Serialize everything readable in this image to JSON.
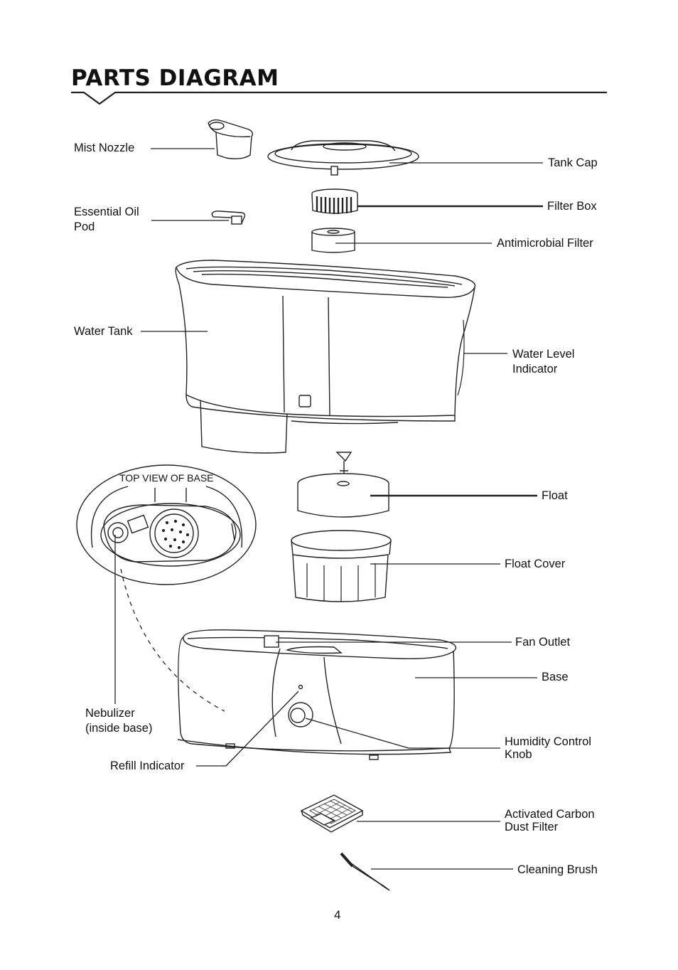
{
  "page": {
    "title": "PARTS DIAGRAM",
    "page_number": "4"
  },
  "base_top_view_caption": "TOP VIEW OF BASE",
  "parts": {
    "mist_nozzle": "Mist Nozzle",
    "tank_cap": "Tank Cap",
    "essential_oil_pod": {
      "line1": "Essential Oil",
      "line2": "Pod"
    },
    "filter_box": "Filter Box",
    "antimicrobial_filter": "Antimicrobial Filter",
    "water_tank": "Water Tank",
    "water_level_indicator": {
      "line1": "Water Level",
      "line2": "Indicator"
    },
    "float": "Float",
    "float_cover": "Float Cover",
    "fan_outlet": "Fan Outlet",
    "base": "Base",
    "nebulizer": {
      "line1": "Nebulizer",
      "line2": "(inside base)"
    },
    "humidity_control_knob": {
      "line1": "Humidity Control",
      "line2": "Knob"
    },
    "refill_indicator": "Refill Indicator",
    "activated_carbon_dust_filter": {
      "line1": "Activated Carbon",
      "line2": "Dust Filter"
    },
    "cleaning_brush": "Cleaning Brush"
  }
}
